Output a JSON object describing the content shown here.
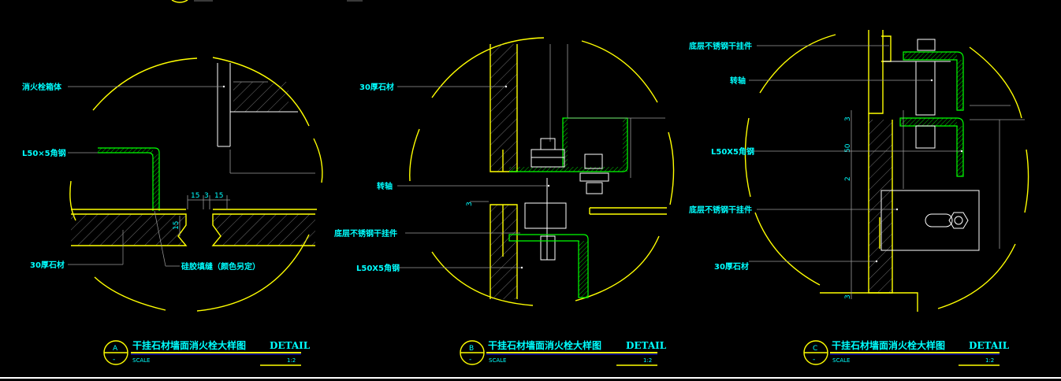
{
  "colors": {
    "background": "#000000",
    "outline": "#ffff00",
    "text": "#00ffff",
    "steel": "#00ff00",
    "line": "#ffffff",
    "leader": "#9a9a9a"
  },
  "detail_a": {
    "labels": [
      "消火栓箱体",
      "L50×5角钢",
      "30厚石材",
      "硅胶填缝（颜色另定）"
    ],
    "dims": [
      "15",
      "3",
      "15",
      "15"
    ],
    "title": "干挂石材墙面消火栓大样图",
    "tag": "DETAIL",
    "letter": "A",
    "scale_label": "SCALE",
    "scale_value": "1:2"
  },
  "detail_b": {
    "labels": [
      "30厚石材",
      "转轴",
      "底层不锈钢干挂件",
      "L50X5角钢"
    ],
    "dims": [
      "3"
    ],
    "title": "干挂石材墙面消火栓大样图",
    "tag": "DETAIL",
    "letter": "B",
    "scale_label": "SCALE",
    "scale_value": "1:2"
  },
  "detail_c": {
    "labels": [
      "底层不锈钢干挂件",
      "转轴",
      "L50X5角钢",
      "底层不锈钢干挂件",
      "30厚石材"
    ],
    "dims": [
      "3",
      "50",
      "2",
      "3"
    ],
    "title": "干挂石材墙面消火栓大样图",
    "tag": "DETAIL",
    "letter": "C",
    "scale_label": "SCALE",
    "scale_value": "1:2"
  }
}
